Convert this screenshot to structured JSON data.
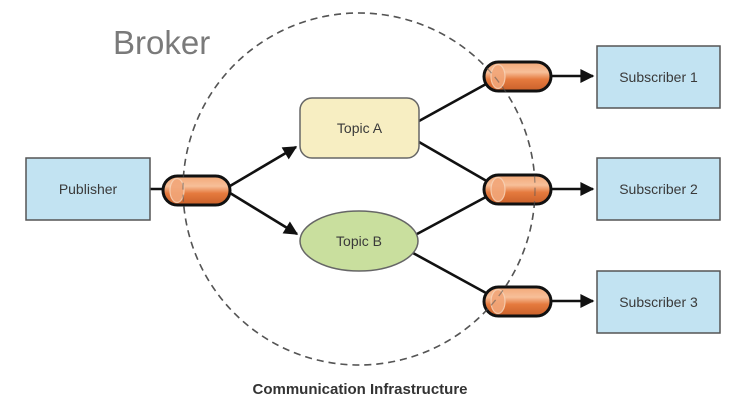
{
  "title": "Broker",
  "caption": "Communication Infrastructure",
  "colors": {
    "box_fill": "#c2e3f2",
    "box_stroke": "#555555",
    "topic_a_fill": "#f7eec2",
    "topic_b_fill": "#c9df9e",
    "pipe_fill": "#e8844a",
    "pipe_highlight": "#f6b88d",
    "line": "#111111",
    "dash": "#555555"
  },
  "nodes": {
    "publisher": {
      "label": "Publisher"
    },
    "topic_a": {
      "label": "Topic A"
    },
    "topic_b": {
      "label": "Topic B"
    },
    "subscribers": [
      {
        "label": "Subscriber 1"
      },
      {
        "label": "Subscriber 2"
      },
      {
        "label": "Subscriber 3"
      }
    ]
  },
  "edges": [
    {
      "from": "publisher",
      "to": "publisher-queue"
    },
    {
      "from": "publisher-queue",
      "to": "topic_a"
    },
    {
      "from": "publisher-queue",
      "to": "topic_b"
    },
    {
      "from": "topic_a",
      "to": "queue-1"
    },
    {
      "from": "topic_a",
      "to": "queue-2"
    },
    {
      "from": "topic_b",
      "to": "queue-2"
    },
    {
      "from": "topic_b",
      "to": "queue-3"
    },
    {
      "from": "queue-1",
      "to": "subscriber-1"
    },
    {
      "from": "queue-2",
      "to": "subscriber-2"
    },
    {
      "from": "queue-3",
      "to": "subscriber-3"
    }
  ]
}
